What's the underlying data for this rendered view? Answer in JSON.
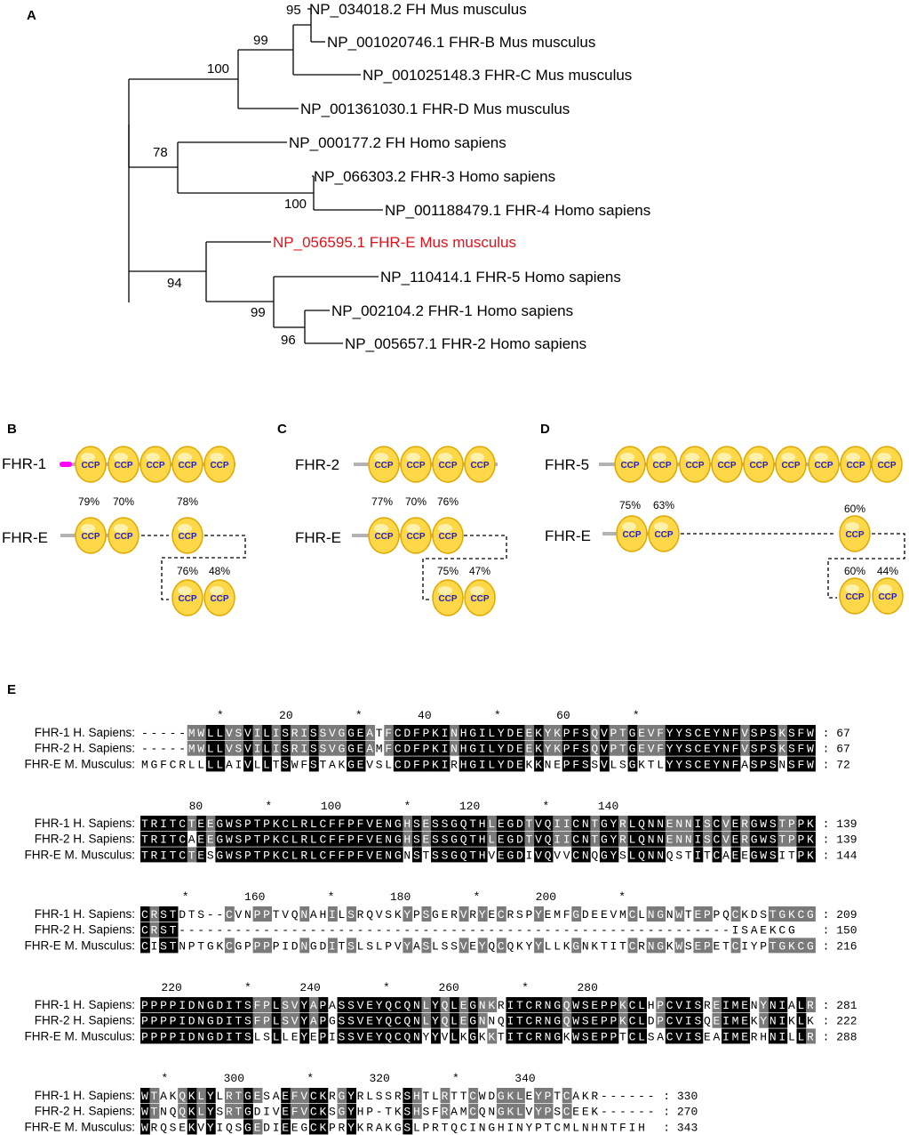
{
  "panels": {
    "A": {
      "label": "A",
      "leaves": [
        {
          "label": "NP_034018.2 FH Mus musculus",
          "highlight": false
        },
        {
          "label": "NP_001020746.1 FHR-B Mus musculus",
          "highlight": false
        },
        {
          "label": "NP_001025148.3 FHR-C Mus musculus",
          "highlight": false
        },
        {
          "label": "NP_001361030.1 FHR-D Mus musculus",
          "highlight": false
        },
        {
          "label": "NP_000177.2 FH Homo sapiens",
          "highlight": false
        },
        {
          "label": "NP_066303.2 FHR-3 Homo sapiens",
          "highlight": false
        },
        {
          "label": "NP_001188479.1 FHR-4 Homo sapiens",
          "highlight": false
        },
        {
          "label": "NP_056595.1 FHR-E Mus musculus",
          "highlight": true
        },
        {
          "label": "NP_110414.1 FHR-5 Homo sapiens",
          "highlight": false
        },
        {
          "label": "NP_002104.2 FHR-1 Homo sapiens",
          "highlight": false
        },
        {
          "label": "NP_005657.1 FHR-2 Homo sapiens",
          "highlight": false
        }
      ],
      "bootstrap": [
        "95",
        "99",
        "100",
        "78",
        "100",
        "94",
        "99",
        "96"
      ]
    },
    "B": {
      "label": "B",
      "top_name": "FHR-1",
      "bottom_name": "FHR-E",
      "module_label": "CCP",
      "pct_row1": [
        "79%",
        "70%",
        "78%"
      ],
      "pct_row2": [
        "76%",
        "48%"
      ]
    },
    "C": {
      "label": "C",
      "top_name": "FHR-2",
      "bottom_name": "FHR-E",
      "module_label": "CCP",
      "pct_row1": [
        "77%",
        "70%",
        "76%"
      ],
      "pct_row2": [
        "75%",
        "47%"
      ]
    },
    "D": {
      "label": "D",
      "top_name": "FHR-5",
      "bottom_name": "FHR-E",
      "module_label": "CCP",
      "pct_row1": [
        "75%",
        "63%",
        "60%"
      ],
      "pct_row2": [
        "60%",
        "44%"
      ]
    },
    "E": {
      "label": "E",
      "blocks": [
        {
          "ruler": "           *        20         *        40         *        60         *",
          "rows": [
            {
              "name": "FHR-1 H. Sapiens:",
              "seq": "-----MWLLVSVILISRISSVGGEATFCDFPKINHGILYDEEKYKPFSQVPTGEVFYYSCEYNFVSPSKSFW",
              "end": ": 67"
            },
            {
              "name": "FHR-2 H. Sapiens:",
              "seq": "-----MWLLVSVILISRISSVGGEAMFCDFPKINHGILYDEEKYKPFSQVPTGEVFYYSCEYNFVSPSKSFW",
              "end": ": 67"
            },
            {
              "name": "FHR-E M. Musculus:",
              "seq": "MGFCRLLLLAIVLLTSWFSTAKGEVSLCDFPKIRHGILYDEKKNEPFSSVLSGKTLYYSCEYNFASPSNSFW",
              "end": ": 72"
            }
          ]
        },
        {
          "ruler": "       80         *       100         *       120         *       140",
          "rows": [
            {
              "name": "FHR-1 H. Sapiens:",
              "seq": "TRITCTEEGWSPTPKCLRLCFFPFVENGHSESSGQTHLEGDTVQIICNTGYRLQNNENNISCVERGWSTPPK",
              "end": ": 139"
            },
            {
              "name": "FHR-2 H. Sapiens:",
              "seq": "TRITCAEEGWSPTPKCLRLCFFPFVENGHSESSGQTHLEGDTVQIICNTGYRLQNNENNISCVERGWSTPPK",
              "end": ": 139"
            },
            {
              "name": "FHR-E M. Musculus:",
              "seq": "TRITCTESGWSPTPKCLRLCFFPFVENGNSTSSGQTHVEGDIVQVVCNQGYSLQNNQSTITCAEEGWSITPK",
              "end": ": 144"
            }
          ]
        },
        {
          "ruler": "      *        160         *        180         *        200         *",
          "rows": [
            {
              "name": "FHR-1 H. Sapiens:",
              "seq": "CRSTDTS--CVNPPTVQNAHILSRQVSKYPSGERVRYECRSPYEMFGDEEVMCLNGNWTEPPQCKDSTGKCG",
              "end": ": 209"
            },
            {
              "name": "FHR-2 H. Sapiens:",
              "seq": "CRST-----------------------------------------------------------ISAEKCG",
              "end": ": 150"
            },
            {
              "name": "FHR-E M. Musculus:",
              "seq": "CISTNPTGKCGPPPPIDNGDITSLSLPVYASLSSVEYQCQKYYLLKGNKTITCRNGKWSEPETCIYPTGKCG",
              "end": ": 216"
            }
          ]
        },
        {
          "ruler": "   220         *       240         *       260         *       280",
          "rows": [
            {
              "name": "FHR-1 H. Sapiens:",
              "seq": "PPPPIDNGDITSFPLSVYAPASSVEYQCQNLYQLEGNKRITCRNGQWSEPPKCLHPCVISREIMENYNIALR",
              "end": ": 281"
            },
            {
              "name": "FHR-2 H. Sapiens:",
              "seq": "PPPPIDNGDITSFPLSVYAPGSSVEYQCQNLYQLEGNNQITCRNGQWSEPPKCLDPCVISQEIMEKYNIKLK",
              "end": ": 222"
            },
            {
              "name": "FHR-E M. Musculus:",
              "seq": "PPPPIDNGDITSLSLLEYEPISSVEYQCQNYYVLKGKKTITCRNGKWSEPPTCLSACVISEAIMERHNILLR",
              "end": ": 288"
            }
          ]
        },
        {
          "ruler": "   *        300         *        320         *        340",
          "rows": [
            {
              "name": "FHR-1 H. Sapiens:",
              "seq": "WTAKQKLYLRTGESAEFVCKRGYRLSSRSHTLRTTCWDGKLEYPTCAKR------",
              "end": ": 330"
            },
            {
              "name": "FHR-2 H. Sapiens:",
              "seq": "WTNQQKLYSRTGDIVEFVCKSGYHP-TKSHSFRAMCQNGKLVYPSCEEK------",
              "end": ": 270"
            },
            {
              "name": "FHR-E M. Musculus:",
              "seq": "WRQSEKVYIQSGEDIEEGCKPRYKRAKGSLPRTQCINGHINYPTCMLNHNTFIH",
              "end": ": 343"
            }
          ]
        }
      ]
    }
  }
}
